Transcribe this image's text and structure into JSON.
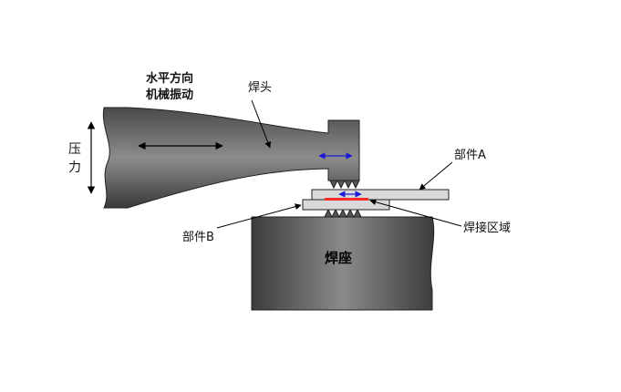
{
  "labels": {
    "vibration_line1": "水平方向",
    "vibration_line2": "机械振动",
    "horn": "焊头",
    "pressure": "压力",
    "part_a": "部件A",
    "part_b": "部件B",
    "weld_zone": "焊接区域",
    "anvil": "焊座"
  },
  "colors": {
    "body_dark": "#3b3b3b",
    "body_light": "#8e8e8e",
    "plate_fill": "#d9d9d9",
    "weld_zone": "#ff2a2a",
    "vibration_arrow": "#1a1ad6",
    "line": "#000000"
  }
}
